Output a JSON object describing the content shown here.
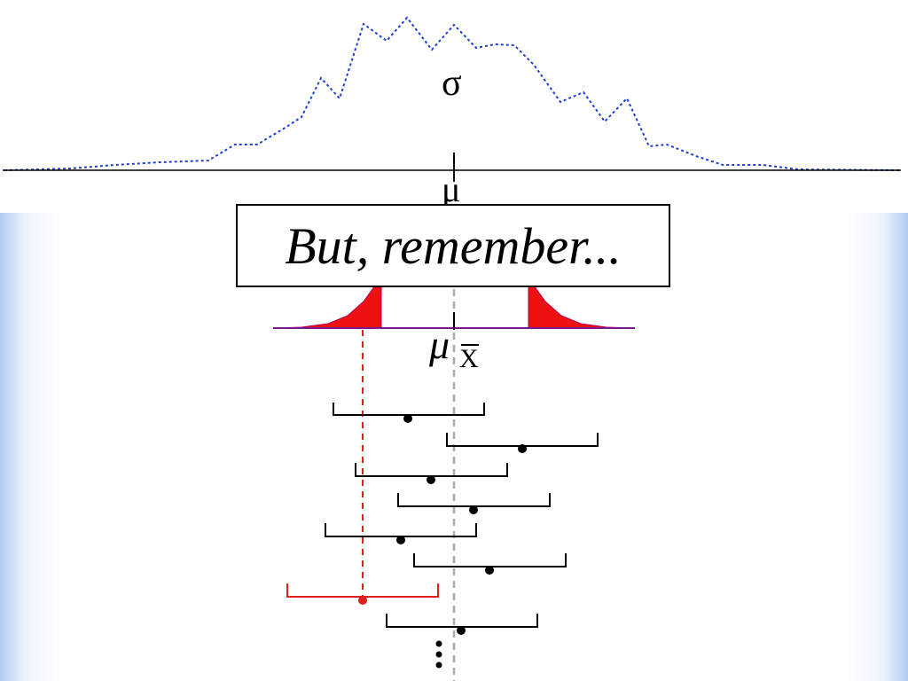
{
  "callout": {
    "text": "But, remember..."
  },
  "symbols": {
    "sigma": "σ",
    "mu": "μ",
    "mu_xbar": "μ",
    "xbar_sub": "X"
  },
  "colors": {
    "population_curve": "#1f3fd6",
    "axis": "#000000",
    "reference_line": "#aaaaaa",
    "highlight": "#e0201a",
    "interval": "#000000",
    "tail_fill": "#ee1111",
    "edge_glow": "#aac8f0"
  },
  "intervals": [
    {
      "highlight": false
    },
    {
      "highlight": false
    },
    {
      "highlight": false
    },
    {
      "highlight": false
    },
    {
      "highlight": false
    },
    {
      "highlight": false
    },
    {
      "highlight": true
    },
    {
      "highlight": false
    }
  ],
  "continuation_marker": "⋮"
}
